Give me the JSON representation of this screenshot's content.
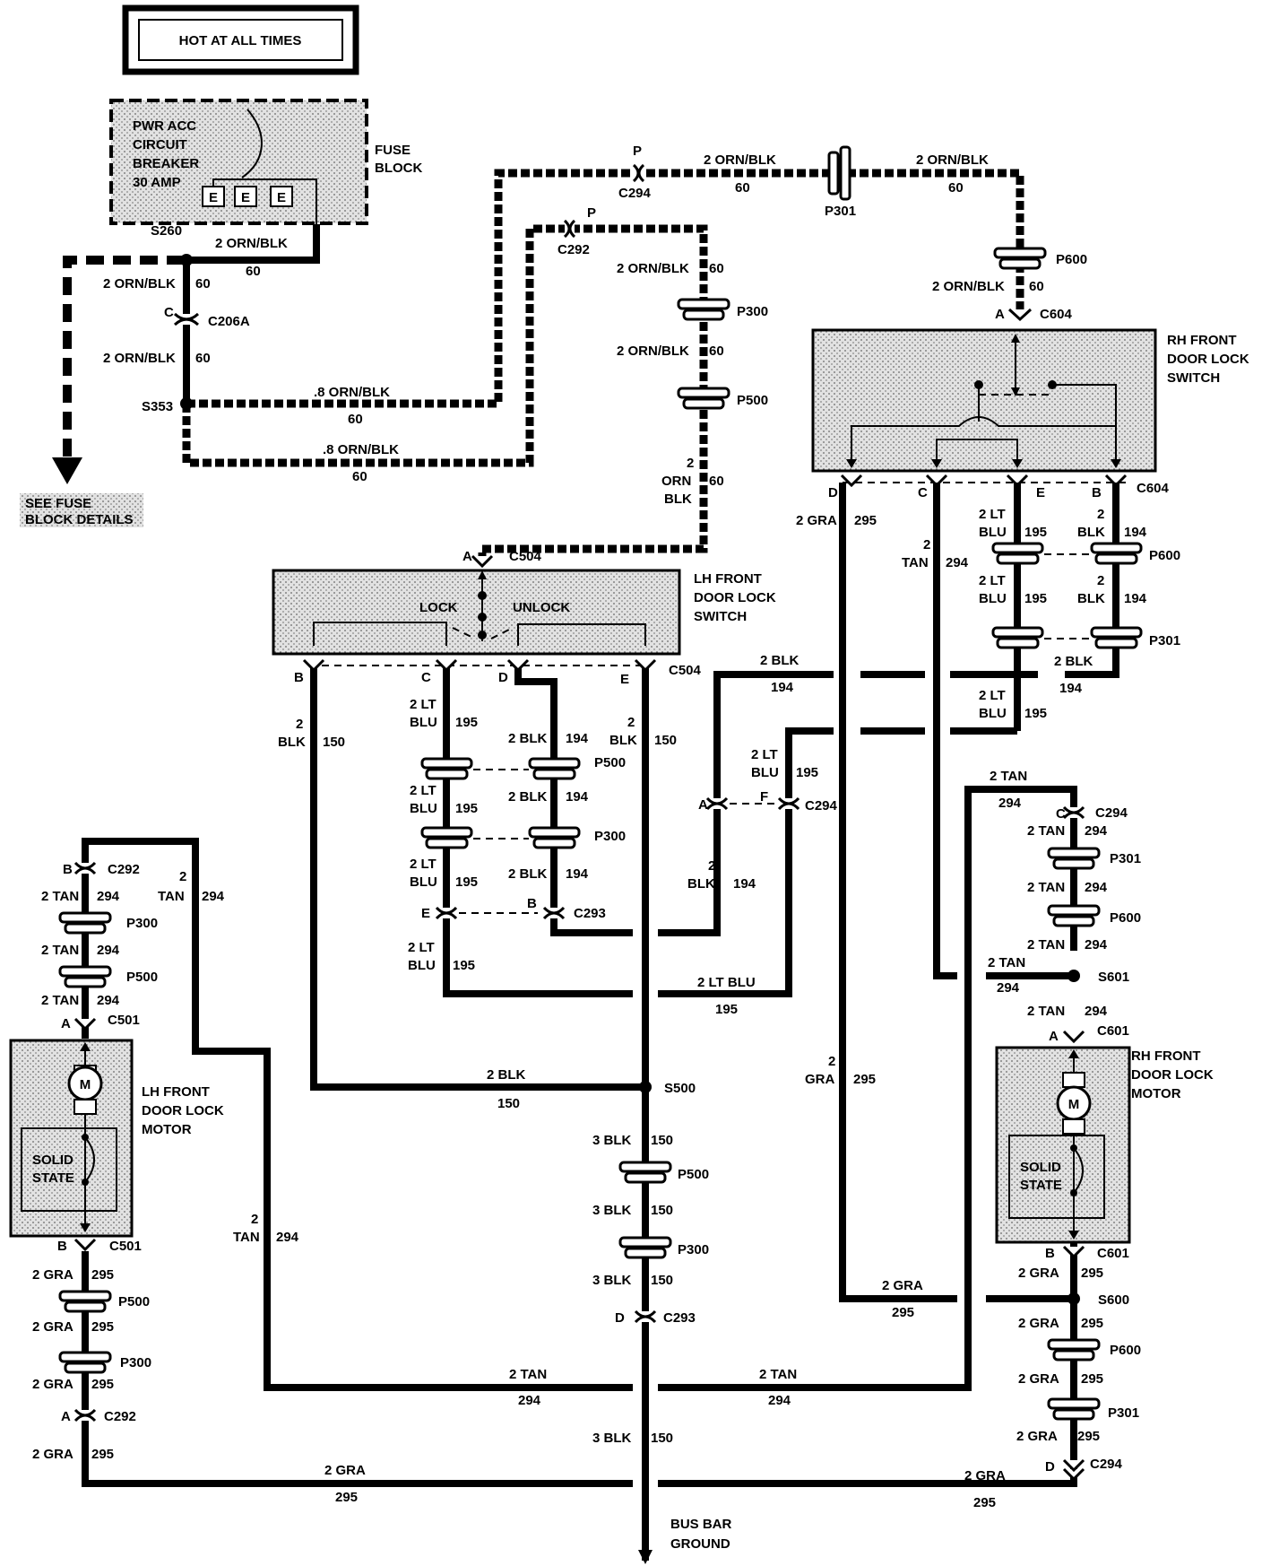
{
  "header": {
    "title": "HOT AT ALL TIMES"
  },
  "fuse_block": {
    "breaker": [
      "PWR ACC",
      "CIRCUIT",
      "BREAKER",
      "30 AMP"
    ],
    "label": [
      "FUSE",
      "BLOCK"
    ],
    "terminals": [
      "E",
      "E",
      "E"
    ]
  },
  "see_fuse": [
    "SEE FUSE",
    "BLOCK DETAILS"
  ],
  "components": {
    "lh_switch": [
      "LH FRONT",
      "DOOR LOCK",
      "SWITCH"
    ],
    "lh_switch_lock": "LOCK",
    "lh_switch_unlock": "UNLOCK",
    "rh_switch": [
      "RH FRONT",
      "DOOR LOCK",
      "SWITCH"
    ],
    "lh_motor": [
      "LH FRONT",
      "DOOR LOCK",
      "MOTOR"
    ],
    "rh_motor": [
      "RH FRONT",
      "DOOR LOCK",
      "MOTOR"
    ],
    "motor_symbol": "M",
    "solid_state": [
      "SOLID",
      "STATE"
    ],
    "ground": [
      "BUS BAR",
      "GROUND"
    ]
  },
  "splices": {
    "s260": "S260",
    "s353": "S353",
    "s500": "S500",
    "s600": "S600",
    "s601": "S601"
  },
  "connectors": {
    "c294": "C294",
    "c292": "C292",
    "c206a": "C206A",
    "c504": "C504",
    "c604": "C604",
    "c501": "C501",
    "c293": "C293",
    "c601": "C601",
    "p300": "P300",
    "p301": "P301",
    "p500": "P500",
    "p600": "P600"
  },
  "pins": {
    "a": "A",
    "b": "B",
    "c": "C",
    "d": "D",
    "e": "E",
    "f": "F",
    "p": "P"
  },
  "wires": {
    "orn_blk": "2 ORN/BLK",
    "orn_blk_thin": ".8 ORN/BLK",
    "orn_2": "2",
    "orn": "ORN",
    "blk": "BLK",
    "c60": "60",
    "gra_2": "2 GRA",
    "gra": "GRA",
    "c295": "295",
    "tan_2": "2 TAN",
    "tan": "TAN",
    "c294": "294",
    "ltblu_2": "2 LT BLU",
    "lt_2": "2 LT",
    "blu": "BLU",
    "c195": "195",
    "blk_2": "2 BLK",
    "blk_3": "3 BLK",
    "c194": "194",
    "c150": "150",
    "n2": "2"
  }
}
